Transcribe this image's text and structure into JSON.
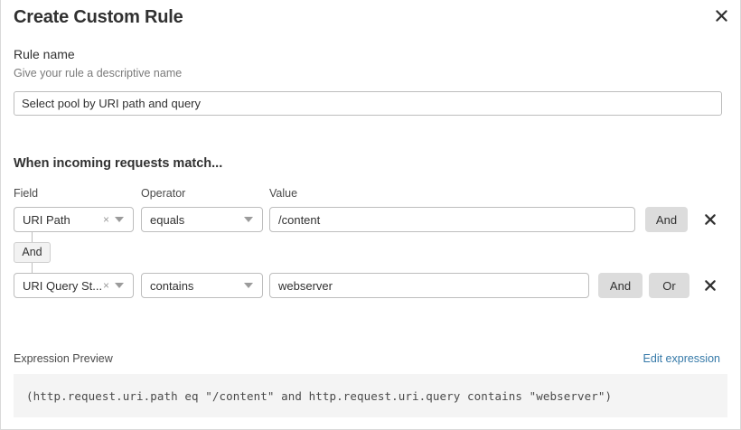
{
  "dialog": {
    "title": "Create Custom Rule",
    "close_icon": "close-icon"
  },
  "rule_name": {
    "label": "Rule name",
    "help": "Give your rule a descriptive name",
    "value": "Select pool by URI path and query",
    "placeholder": "Select pool by URI path and query"
  },
  "match_section": {
    "heading": "When incoming requests match...",
    "columns": {
      "field": "Field",
      "operator": "Operator",
      "value": "Value"
    },
    "group_logic": "And",
    "rows": [
      {
        "field": "URI Path",
        "operator": "equals",
        "value": "/content",
        "value_placeholder": "/content",
        "clear_icon": "×",
        "logic_buttons": [
          "And"
        ],
        "delete_icon": "close-icon"
      },
      {
        "field": "URI Query St...",
        "operator": "contains",
        "value": "webserver",
        "value_placeholder": "webserver",
        "clear_icon": "×",
        "logic_buttons": [
          "And",
          "Or"
        ],
        "delete_icon": "close-icon"
      }
    ]
  },
  "expression": {
    "label": "Expression Preview",
    "edit_link": "Edit expression",
    "code": "(http.request.uri.path eq \"/content\" and http.request.uri.query contains \"webserver\")"
  },
  "colors": {
    "link": "#3579a8",
    "logic_button_bg": "#dcdcdc",
    "code_bg": "#f4f4f4",
    "border": "#bdbdbd"
  }
}
